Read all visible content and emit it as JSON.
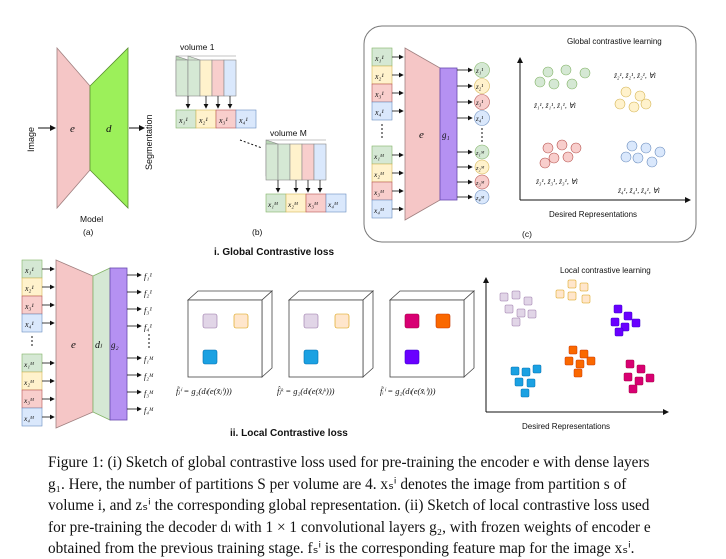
{
  "panel_a": {
    "input_label": "Image",
    "output_label": "Segmentation",
    "encoder": "e",
    "decoder": "d",
    "model_label": "Model",
    "sub_label": "(a)"
  },
  "panel_b": {
    "volume_1": "volume 1",
    "volume_m": "volume M",
    "sub_label": "(b)",
    "row_1": [
      "x₁¹",
      "x₂¹",
      "x₃¹",
      "x₄¹"
    ],
    "row_m": [
      "x₁ᴹ",
      "x₂ᴹ",
      "x₃ᴹ",
      "x₄ᴹ"
    ]
  },
  "panel_c": {
    "encoder": "e",
    "head": "g₁",
    "inputs_top": [
      "x₁¹",
      "x₂¹",
      "x₃¹",
      "x₄¹"
    ],
    "inputs_bottom": [
      "x₁ᴹ",
      "x₂ᴹ",
      "x₃ᴹ",
      "x₄ᴹ"
    ],
    "outputs_top": [
      "z₁¹",
      "z₂¹",
      "z₃¹",
      "z₄¹"
    ],
    "outputs_bottom": [
      "z₁ᴹ",
      "z₂ᴹ",
      "z₃ᴹ",
      "z₄ᴹ"
    ],
    "title": "Global contrastive learning",
    "axis_label": "Desired Representations",
    "sub_label": "(c)",
    "cluster_labels": [
      "ẑ₁¹, z̃₁¹, ẑ₁¹, ∀i",
      "ẑ₂¹, z̃₂¹, ẑ₂¹, ∀i",
      "ẑ₃¹, z̃₃¹, ẑ₃¹, ∀i",
      "ẑ₄¹, z̃₄¹, ẑ₄¹, ∀i"
    ]
  },
  "section_i": "i. Global Contrastive loss",
  "section_ii": "ii. Local Contrastive loss",
  "panel_local": {
    "encoder": "e",
    "decoder": "dₗ",
    "head": "g₂",
    "inputs_top": [
      "x₁¹",
      "x₂¹",
      "x₃¹",
      "x₄¹"
    ],
    "inputs_bottom": [
      "x₁ᴹ",
      "x₂ᴹ",
      "x₃ᴹ",
      "x₄ᴹ"
    ],
    "outputs_top": [
      "f₁¹",
      "f₂¹",
      "f₃¹",
      "f₄¹"
    ],
    "outputs_bottom": [
      "f₁ᴹ",
      "f₂ᴹ",
      "f₃ᴹ",
      "f₄ᴹ"
    ],
    "feature_labels": [
      "f̃ⱼⁱ = g₂(dₗ(e(x̃ⱼⁱ)))",
      "f̂ⱼᵏ = g₂(dₗ(e(x̂ⱼᵏ)))",
      "f̃ᵢⁱ = g₂(dₗ(e(x̃ᵢⁱ)))"
    ],
    "title": "Local contrastive learning",
    "axis_label": "Desired Representations"
  },
  "caption_lines": [
    "Figure 1: (i) Sketch of global contrastive loss used for pre-training the encoder e with dense layers",
    "g₁. Here, the number of partitions S per volume are 4. xₛⁱ denotes the image from partition s of",
    "volume i, and zₛⁱ the corresponding global representation. (ii) Sketch of local contrastive loss used",
    "for pre-training the decoder dₗ with 1 × 1 convolutional layers g₂, with frozen weights of encoder e",
    "obtained from the previous training stage. fₛⁱ is the corresponding feature map for the image xₛⁱ."
  ],
  "colors": {
    "encoder_pink": "#f5c6c6",
    "decoder_green": "#9cf05a",
    "head_purple": "#b591f2",
    "partition_green": "#d5e8d4",
    "partition_yellow": "#fff2cc",
    "partition_red": "#f8cecc",
    "partition_blue": "#dae8fc"
  }
}
